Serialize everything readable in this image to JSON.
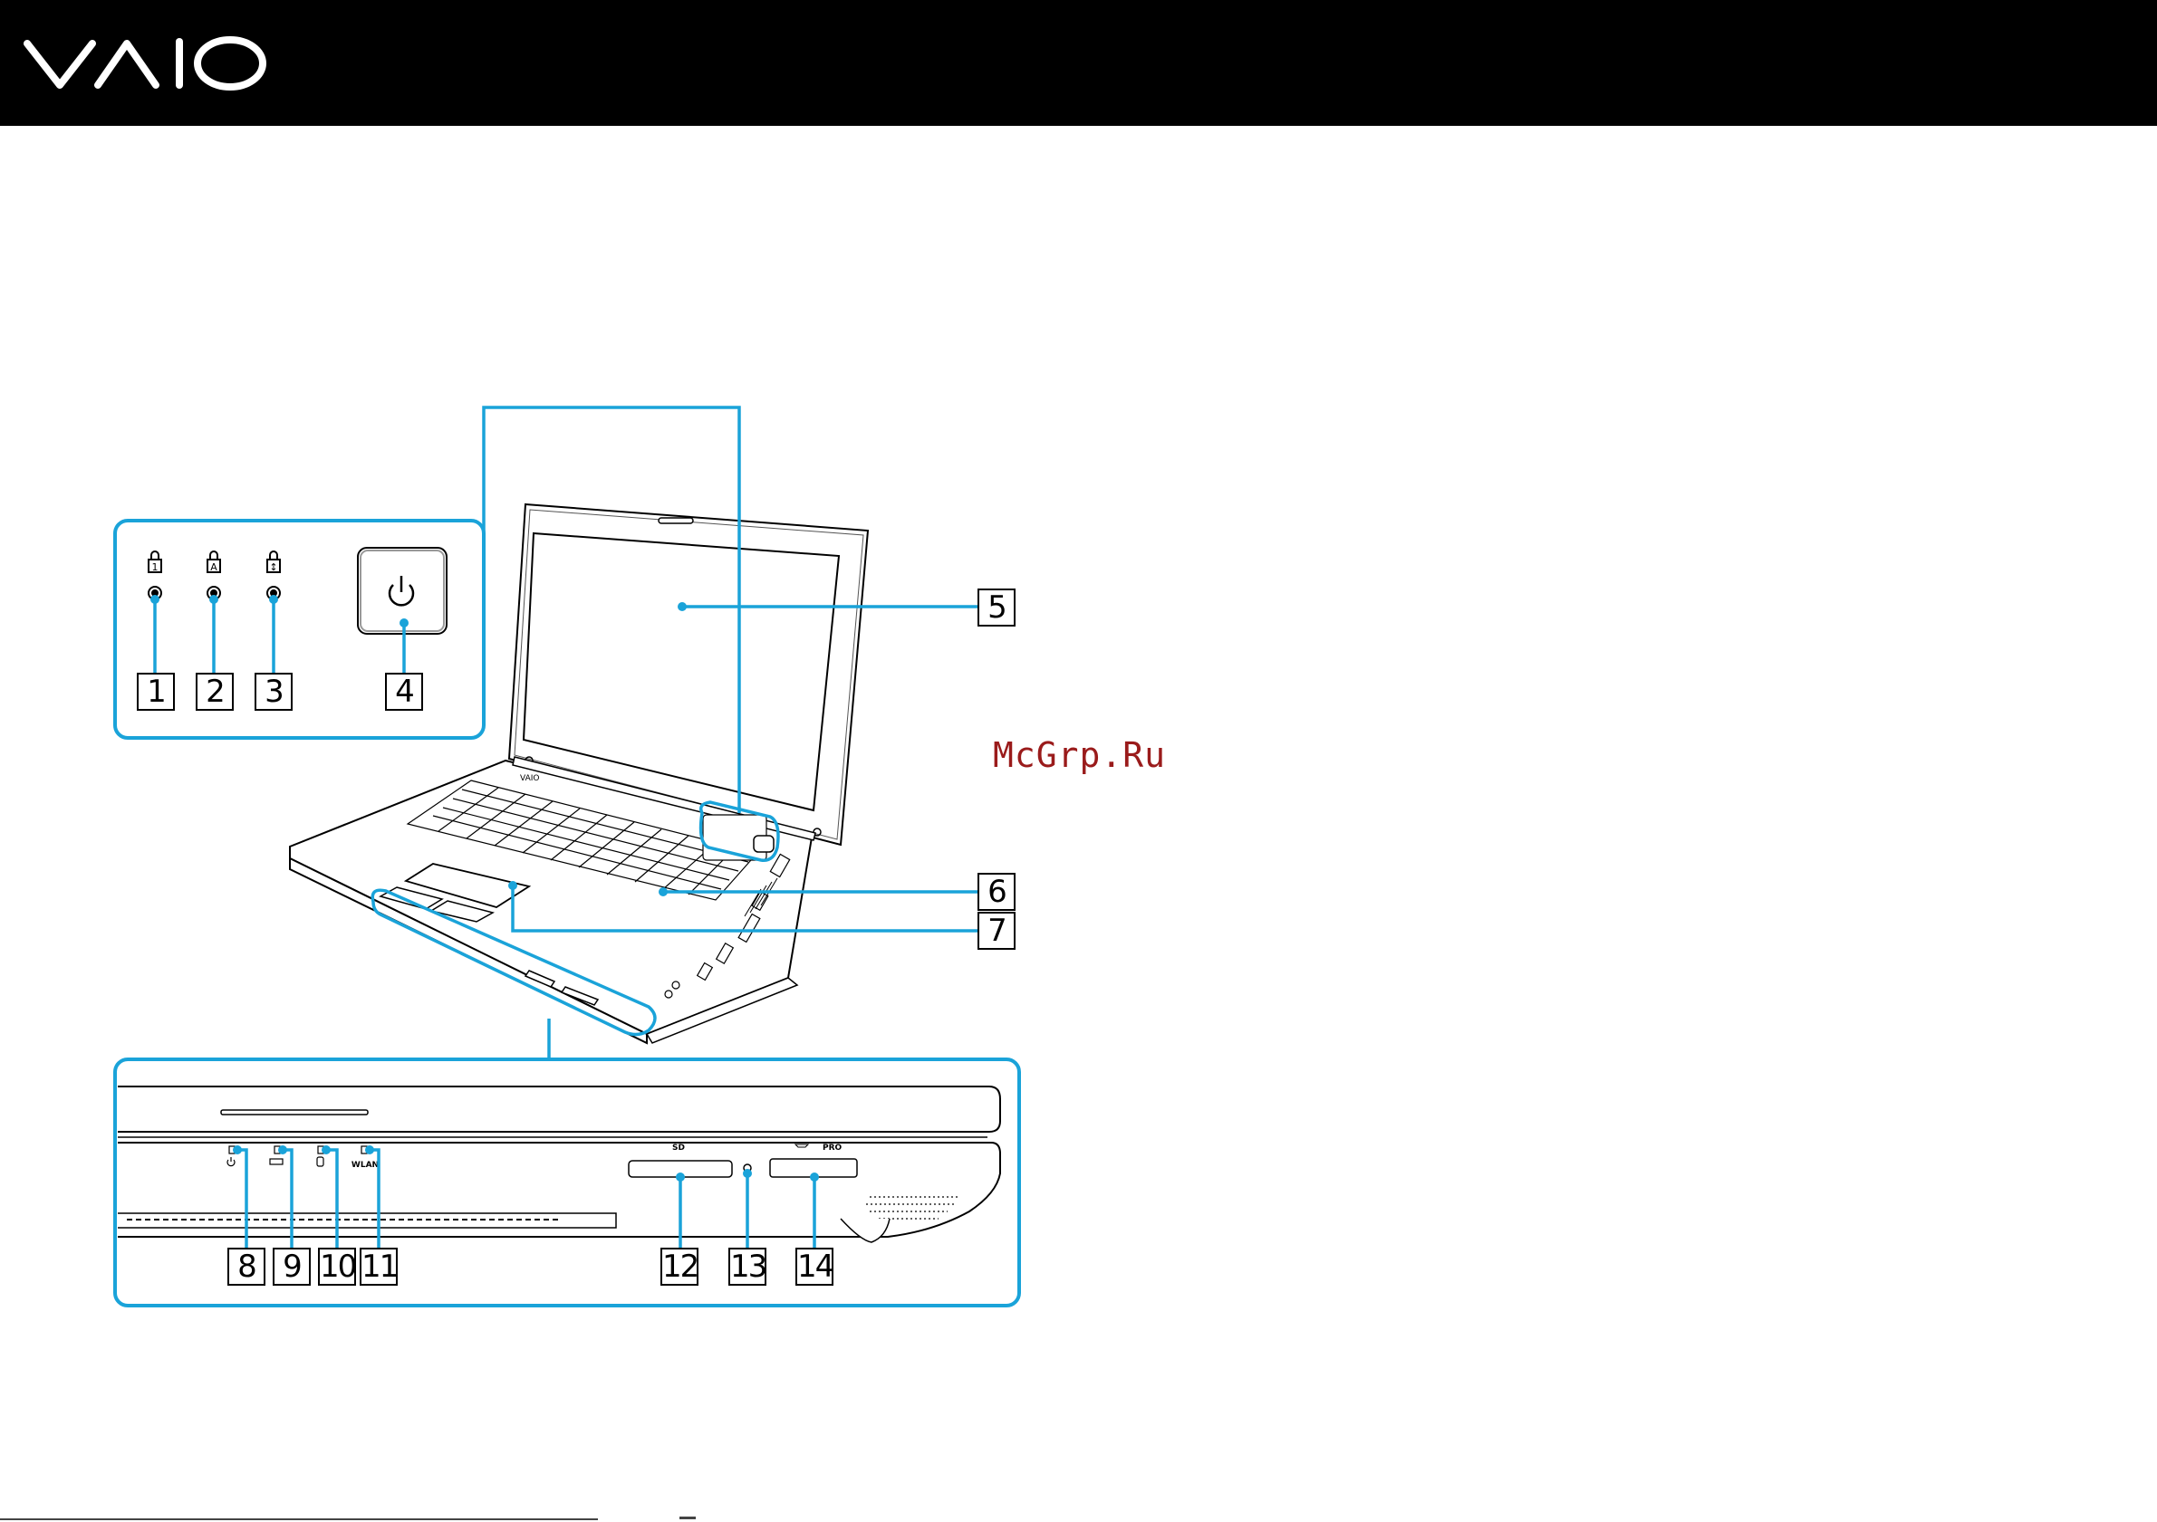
{
  "header": {
    "logo_text": "VAIO",
    "background_color": "#000000"
  },
  "accent_color": "#1aa3d9",
  "watermark": "McGrp.Ru",
  "top_panel": {
    "indicator_icons": [
      "num-lock-icon",
      "caps-lock-icon",
      "scroll-lock-icon"
    ],
    "power_button_icon": "power-icon"
  },
  "bottom_panel": {
    "indicator_labels": [
      "WLAN"
    ],
    "slot_labels": {
      "sd": "SD",
      "memory_stick": "PRO"
    }
  },
  "callouts": [
    "1",
    "2",
    "3",
    "4",
    "5",
    "6",
    "7",
    "8",
    "9",
    "10",
    "11",
    "12",
    "13",
    "14"
  ]
}
